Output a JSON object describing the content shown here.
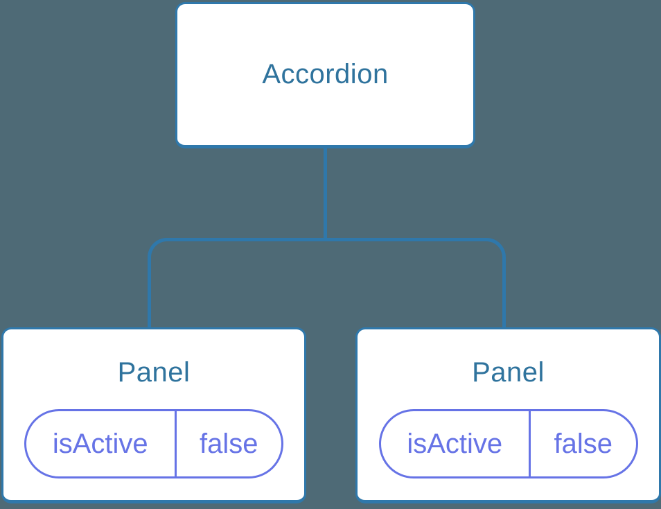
{
  "diagram": {
    "type": "component-tree",
    "root": {
      "label": "Accordion"
    },
    "children": [
      {
        "label": "Panel",
        "state": {
          "key": "isActive",
          "value": "false"
        }
      },
      {
        "label": "Panel",
        "state": {
          "key": "isActive",
          "value": "false"
        }
      }
    ],
    "colors": {
      "background": "#4e6a76",
      "connector": "#2f78ab",
      "node_background": "#ffffff",
      "node_border": "#2f78ab",
      "node_text": "#2f739d",
      "state_accent": "#6673e6"
    }
  }
}
